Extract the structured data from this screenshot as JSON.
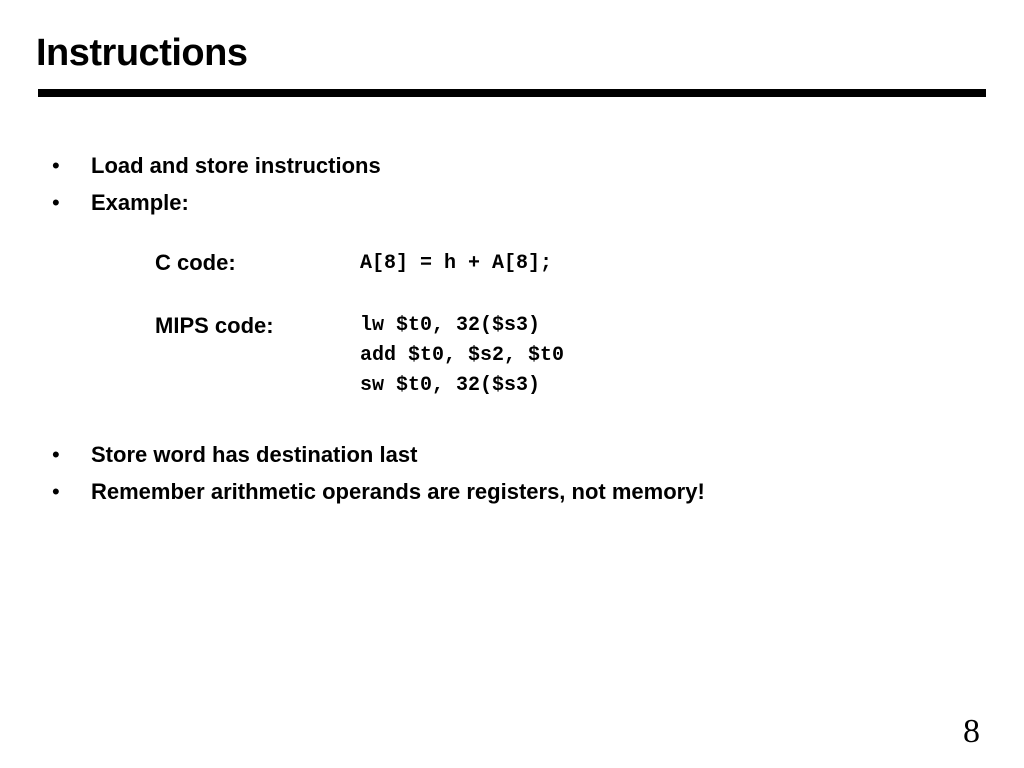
{
  "slide": {
    "title": "Instructions",
    "bullet_glyph": "•",
    "top_bullets": [
      "Load and store instructions",
      "Example:"
    ],
    "example": {
      "c_label": "C code:",
      "c_code": "A[8] = h + A[8];",
      "mips_label": "MIPS code:",
      "mips_lines": [
        "lw $t0, 32($s3)",
        "add $t0, $s2, $t0",
        "sw $t0, 32($s3)"
      ]
    },
    "bottom_bullets": [
      "Store word has destination last",
      "Remember arithmetic operands are registers, not memory!"
    ],
    "page_number": "8"
  }
}
